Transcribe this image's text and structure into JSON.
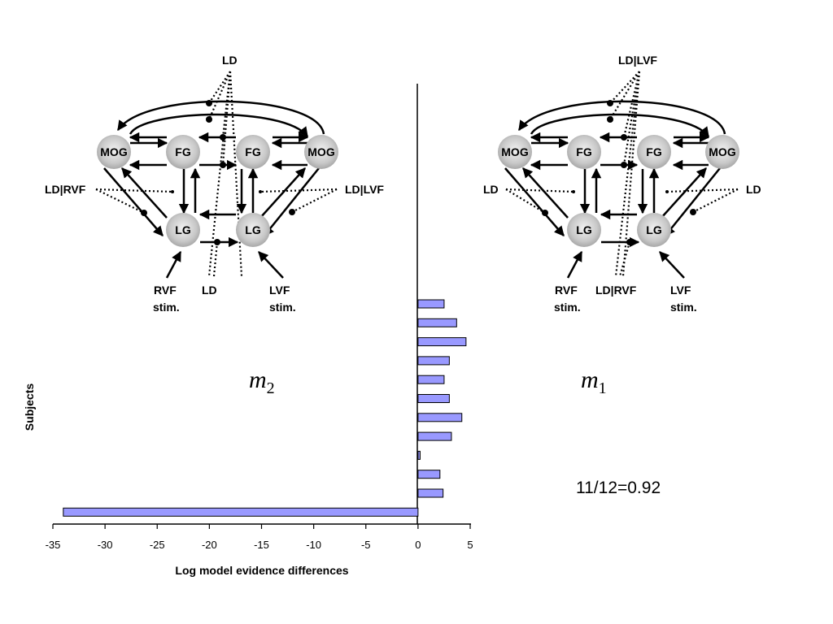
{
  "chart_data": {
    "type": "bar",
    "orientation": "horizontal",
    "xlabel": "Log model evidence differences",
    "ylabel": "Subjects",
    "xlim": [
      -35,
      5
    ],
    "xticks": [
      -35,
      -30,
      -25,
      -20,
      -15,
      -10,
      -5,
      0,
      5
    ],
    "bar_color": "#9999ff",
    "values": [
      2.5,
      3.7,
      4.6,
      3.0,
      2.5,
      3.0,
      4.2,
      3.2,
      0.2,
      2.1,
      2.4,
      -34.0
    ],
    "annotation": "11/12=0.92"
  },
  "models": {
    "left": {
      "label": "m",
      "subscript": "2",
      "nodes": [
        "MOG",
        "FG",
        "FG",
        "MOG",
        "LG",
        "LG"
      ],
      "modulators": {
        "top": "LD",
        "left": "LD|RVF",
        "right": "LD|LVF",
        "bottom": "LD"
      },
      "inputs": {
        "left": [
          "RVF",
          "stim."
        ],
        "right": [
          "LVF",
          "stim."
        ]
      }
    },
    "right": {
      "label": "m",
      "subscript": "1",
      "nodes": [
        "MOG",
        "FG",
        "FG",
        "MOG",
        "LG",
        "LG"
      ],
      "modulators": {
        "top": "LD|LVF",
        "left": "LD",
        "right": "LD",
        "bottom": "LD|RVF"
      },
      "inputs": {
        "left": [
          "RVF",
          "stim."
        ],
        "right": [
          "LVF",
          "stim."
        ]
      }
    }
  }
}
